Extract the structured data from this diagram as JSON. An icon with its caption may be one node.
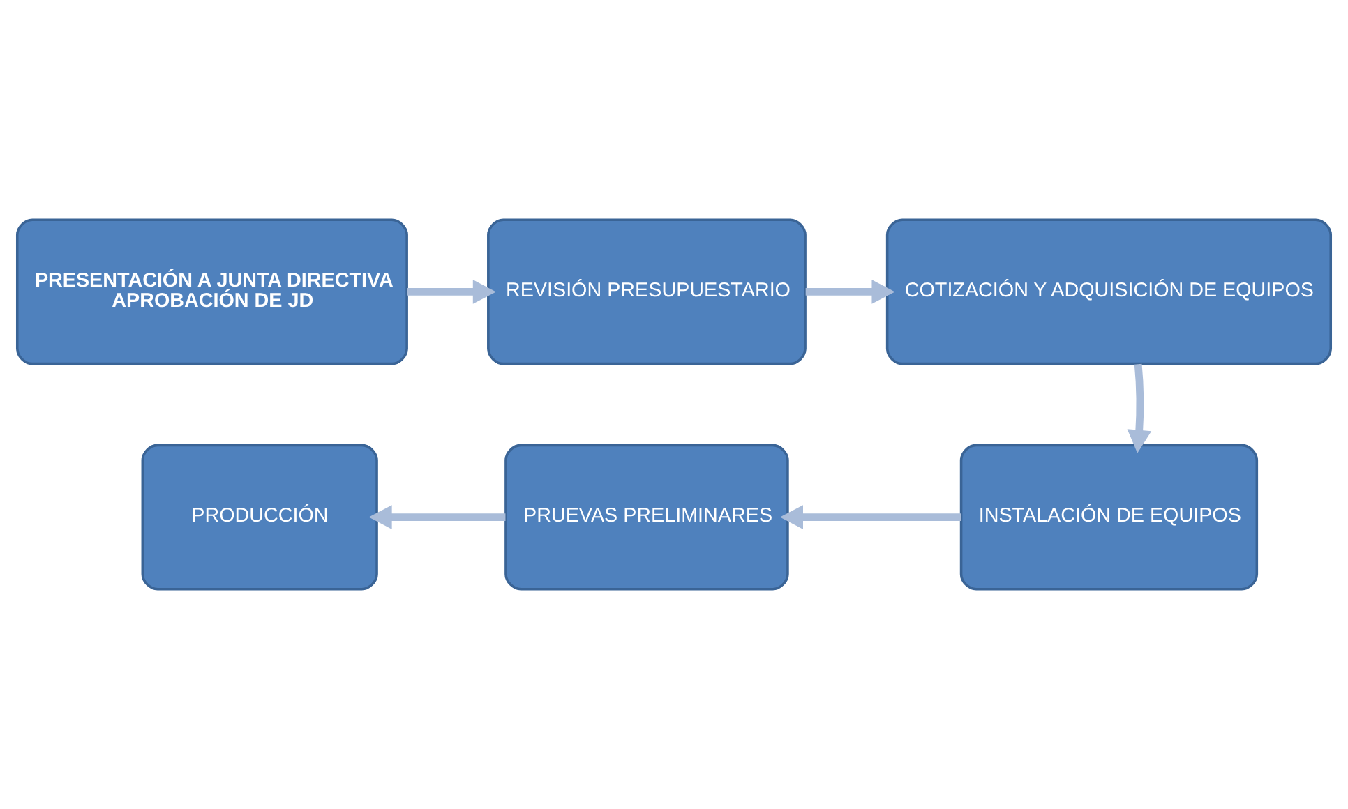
{
  "diagram": {
    "nodes": [
      {
        "text": [
          "PRESENTACIÓN A JUNTA DIRECTIVA",
          "APROBACIÓN DE JD"
        ]
      },
      {
        "text": [
          "REVISIÓN PRESUPUESTARIO"
        ]
      },
      {
        "text": [
          "COTIZACIÓN Y ADQUISICIÓN DE EQUIPOS"
        ]
      },
      {
        "text": [
          "INSTALACIÓN DE EQUIPOS"
        ]
      },
      {
        "text": [
          "PRUEVAS PRELIMINARES"
        ]
      },
      {
        "text": [
          "PRODUCCIÓN"
        ]
      }
    ],
    "edges": [
      {
        "from": 0,
        "to": 1,
        "arrow": "to"
      },
      {
        "from": 1,
        "to": 2,
        "arrow": "to"
      },
      {
        "from": 2,
        "to": 3,
        "arrow": "to"
      },
      {
        "from": 3,
        "to": 4,
        "arrow": "to"
      },
      {
        "from": 4,
        "to": 5,
        "arrow": "to"
      }
    ]
  }
}
